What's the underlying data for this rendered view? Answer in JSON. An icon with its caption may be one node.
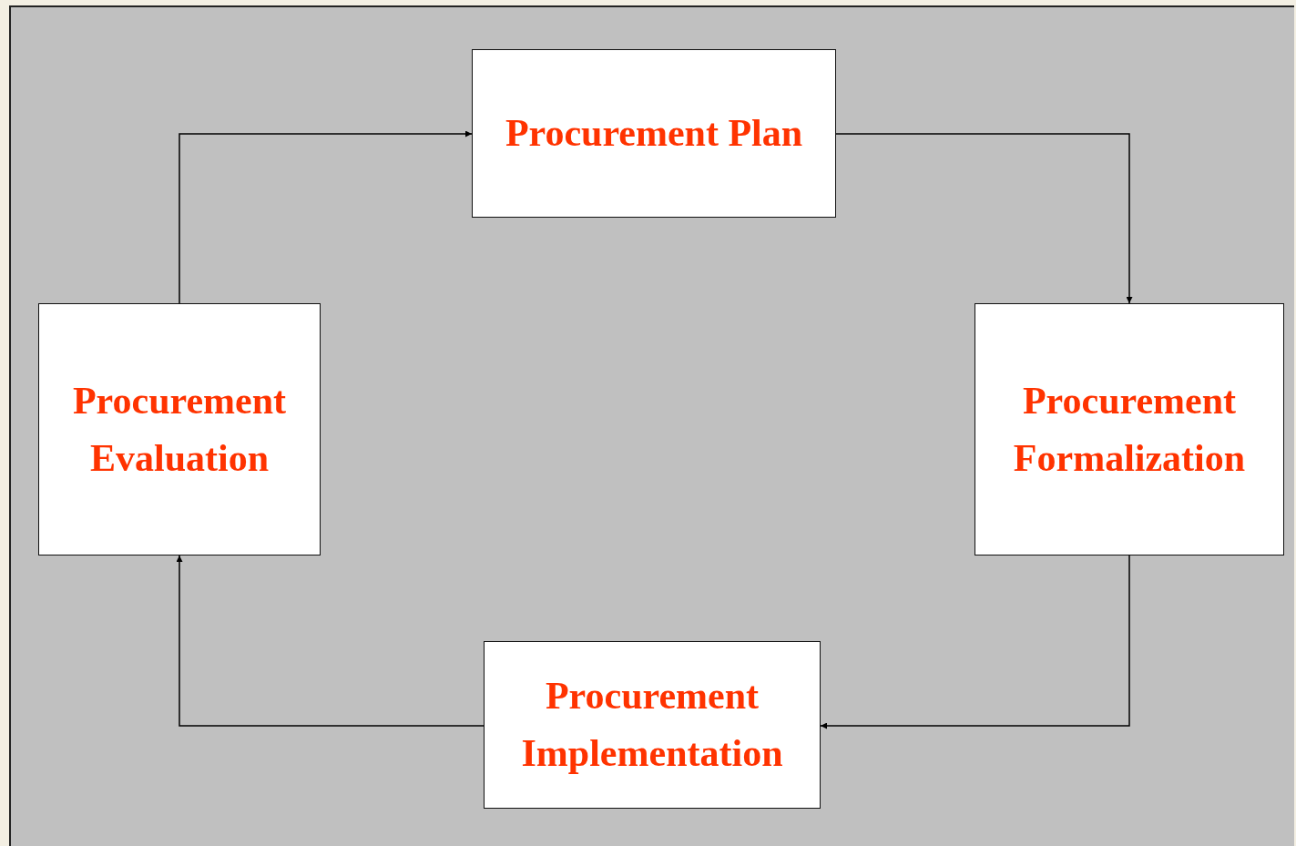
{
  "diagram": {
    "nodes": [
      {
        "text": [
          "Procurement Plan"
        ]
      },
      {
        "text": [
          "Procurement Formalization"
        ]
      },
      {
        "text": [
          "Procurement Implementation"
        ]
      },
      {
        "text": [
          "Procurement Evaluation"
        ]
      }
    ],
    "edges": [
      {
        "from": 0,
        "to": 1,
        "arrow": "to"
      },
      {
        "from": 1,
        "to": 2,
        "arrow": "to"
      },
      {
        "from": 2,
        "to": 3,
        "arrow": "to"
      },
      {
        "from": 3,
        "to": 0,
        "arrow": "to"
      }
    ]
  }
}
